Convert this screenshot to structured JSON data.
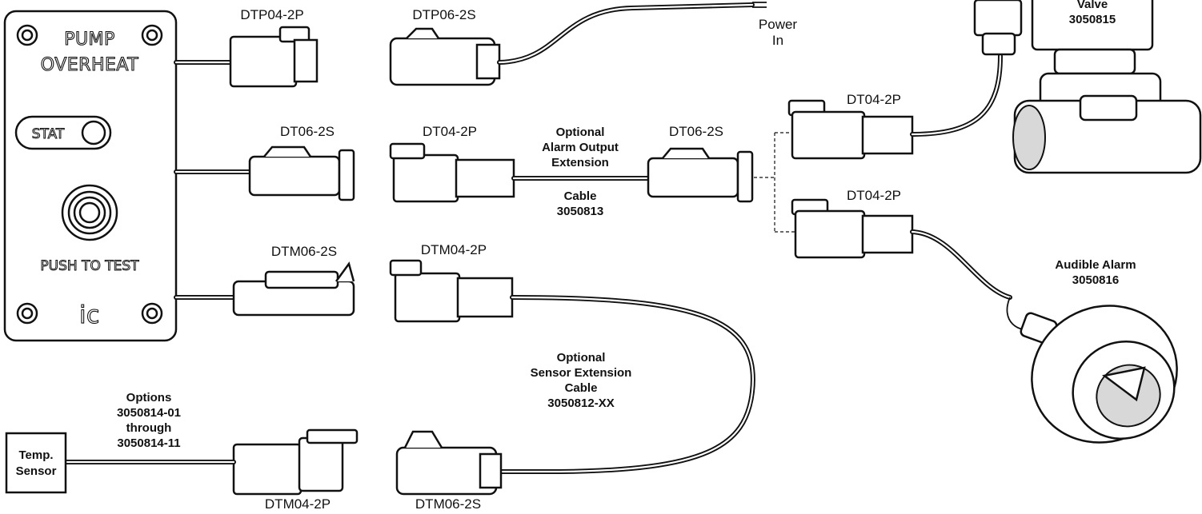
{
  "panel": {
    "title_line1": "PUMP",
    "title_line2": "OVERHEAT",
    "stat_label": "STAT",
    "push_label": "PUSH TO TEST",
    "logo_text": "ic"
  },
  "connectors": {
    "dtp04_2p": "DTP04-2P",
    "dtp06_2s": "DTP06-2S",
    "dt06_2s_left": "DT06-2S",
    "dt04_2p_mid": "DT04-2P",
    "dt06_2s_mid": "DT06-2S",
    "dt04_2p_valve": "DT04-2P",
    "dt04_2p_alarm": "DT04-2P",
    "dtm06_2s_top": "DTM06-2S",
    "dtm04_2p_top": "DTM04-2P",
    "dtm04_2p_bottom": "DTM04-2P",
    "dtm06_2s_bottom": "DTM06-2S"
  },
  "power": {
    "line1": "Power",
    "line2": "In"
  },
  "valve": {
    "line1": "Valve",
    "line2": "3050815"
  },
  "alarm_ext": {
    "line1": "Optional",
    "line2": "Alarm Output",
    "line3": "Extension",
    "line4": "Cable",
    "line5": "3050813"
  },
  "sensor_ext": {
    "line1": "Optional",
    "line2": "Sensor Extension",
    "line3": "Cable",
    "line4": "3050812-XX"
  },
  "audible": {
    "line1": "Audible Alarm",
    "line2": "3050816"
  },
  "sensor_options": {
    "line1": "Options",
    "line2": "3050814-01",
    "line3": "through",
    "line4": "3050814-11"
  },
  "temp_sensor": {
    "line1": "Temp.",
    "line2": "Sensor"
  }
}
